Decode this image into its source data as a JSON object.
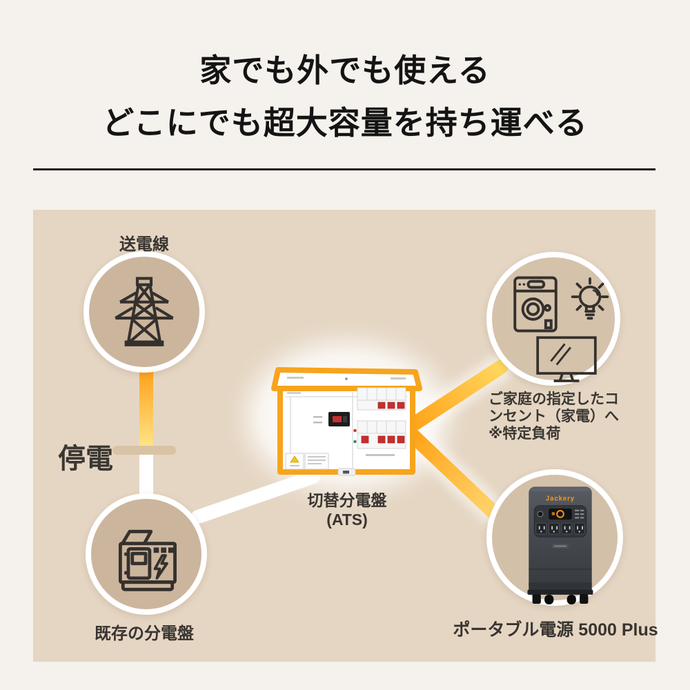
{
  "page": {
    "title_line1": "家でも外でも使える",
    "title_line2": "どこにでも超大容量を持ち運べる"
  },
  "diagram": {
    "transmission": {
      "label": "送電線"
    },
    "outage": {
      "label": "停電"
    },
    "existing_panel": {
      "label": "既存の分電盤"
    },
    "ats": {
      "label_line1": "切替分電盤",
      "label_line2": "(ATS)"
    },
    "outlets": {
      "label_lines": [
        "ご家庭の指定したコ",
        "ンセント（家電）へ",
        "※特定負荷"
      ]
    },
    "portable": {
      "label": "ポータブル電源 5000 Plus",
      "brand": "Jackery"
    }
  },
  "colors": {
    "page_bg": "#f5f1ec",
    "diagram_bg": "#e5d6c3",
    "circle_tan_dark": "#ccb59d",
    "circle_tan_light": "#d5c2ab",
    "flow_orange": "#ffa318",
    "flow_yellow_light": "#ffdf7e",
    "flow_white": "#ffffff",
    "outage_cut_bar": "#d9c3a5",
    "ats_frame_orange": "#f7a41d",
    "icon_dark": "#2f2d2a",
    "text_dark": "#383430",
    "title_color": "#141414",
    "brand_orange": "#f59a1f",
    "station_body": "#4b4e53"
  }
}
